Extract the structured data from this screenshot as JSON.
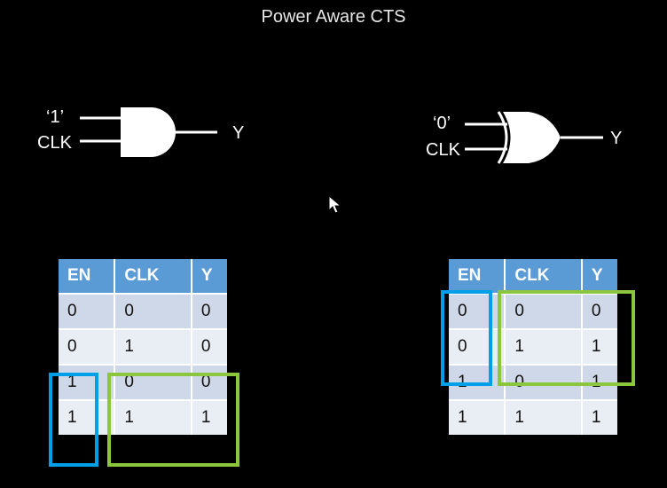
{
  "title": "Power Aware CTS",
  "left_gate": {
    "type": "AND",
    "input_top": "‘1’",
    "input_bottom": "CLK",
    "output": "Y"
  },
  "right_gate": {
    "type": "OR",
    "input_top": "‘0’",
    "input_bottom": "CLK",
    "output": "Y"
  },
  "left_table": {
    "headers": [
      "EN",
      "CLK",
      "Y"
    ],
    "rows": [
      [
        "0",
        "0",
        "0"
      ],
      [
        "0",
        "1",
        "0"
      ],
      [
        "1",
        "0",
        "0"
      ],
      [
        "1",
        "1",
        "1"
      ]
    ]
  },
  "right_table": {
    "headers": [
      "EN",
      "CLK",
      "Y"
    ],
    "rows": [
      [
        "0",
        "0",
        "0"
      ],
      [
        "0",
        "1",
        "1"
      ],
      [
        "1",
        "0",
        "1"
      ],
      [
        "1",
        "1",
        "1"
      ]
    ]
  },
  "colors": {
    "highlight_en": "#00a0e9",
    "highlight_out": "#8cc63f",
    "header": "#5b9bd5"
  }
}
